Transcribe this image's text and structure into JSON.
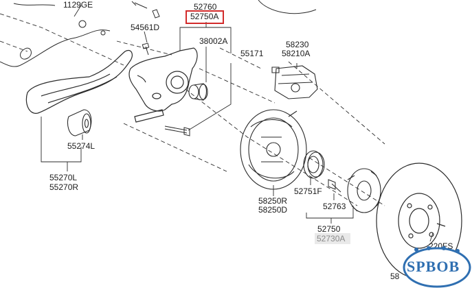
{
  "colors": {
    "line": "#2a2a2a",
    "highlight": "#d22a2a",
    "watermark": "#2f6fb1",
    "grey_tag": "#e9e9e9"
  },
  "labels": {
    "p_1129GE": "1129GE",
    "p_52760": "52760",
    "p_52750A": "52750A",
    "p_54561D": "54561D",
    "p_38002A": "38002A",
    "p_55171": "55171",
    "p_58230": "58230",
    "p_58210A": "58210A",
    "p_55274L": "55274L",
    "p_55270L": "55270L",
    "p_55270R": "55270R",
    "p_58250R": "58250R",
    "p_58250D": "58250D",
    "p_52751F": "52751F",
    "p_52763": "52763",
    "p_52750": "52750",
    "p_52730A": "52730A",
    "p_220FS": "220FS",
    "p_58": "58"
  },
  "watermark": {
    "text": "SPBOB"
  }
}
